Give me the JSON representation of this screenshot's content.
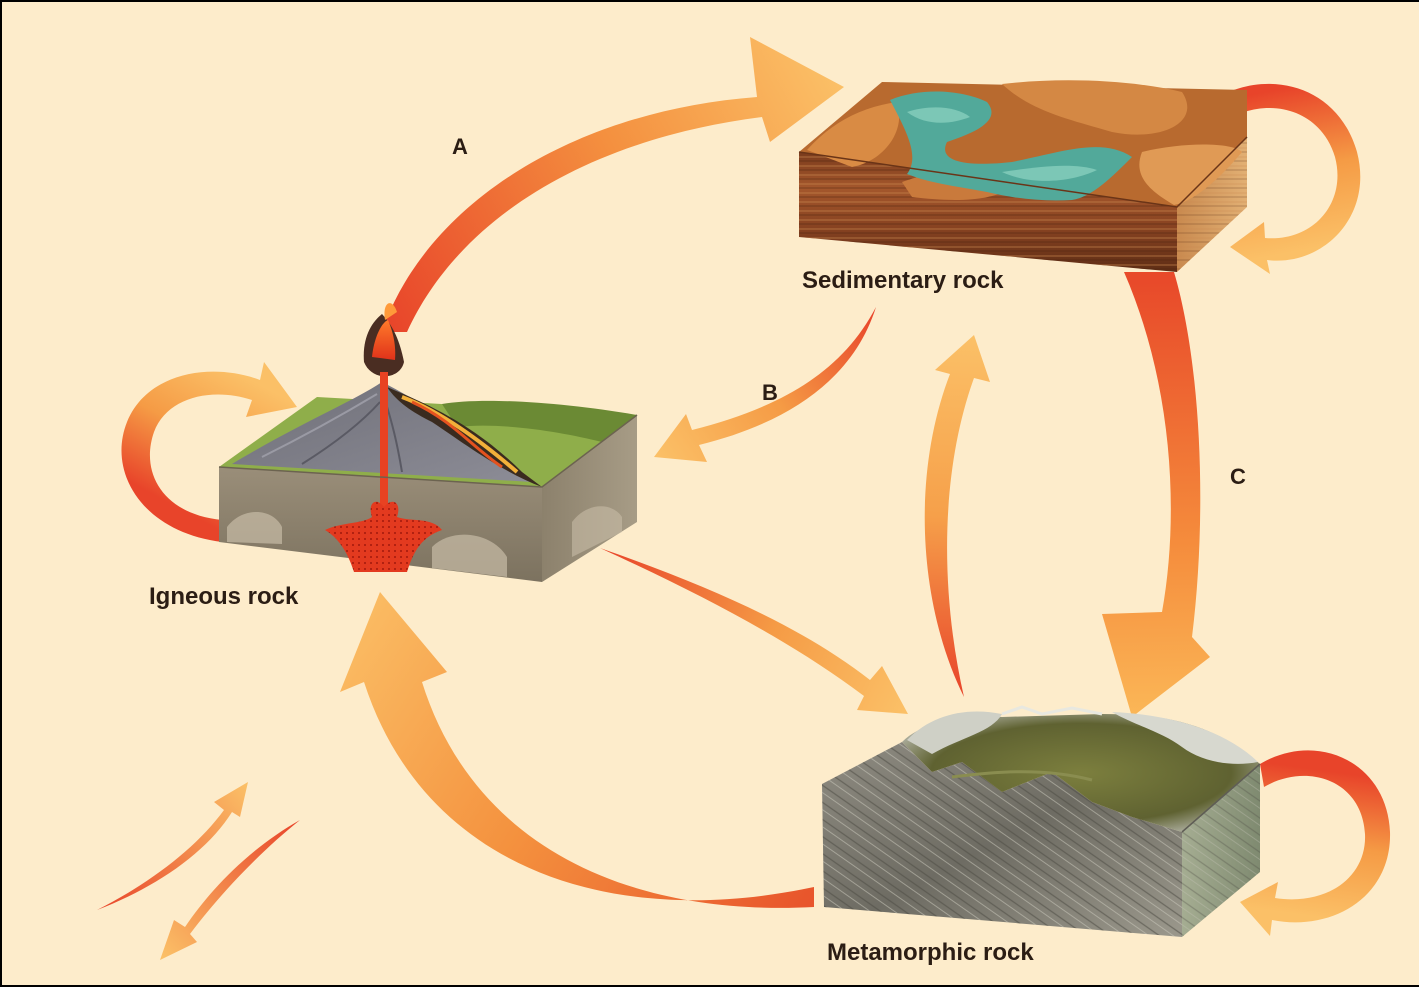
{
  "diagram": {
    "nodes": {
      "igneous": {
        "label": "Igneous rock"
      },
      "sedimentary": {
        "label": "Sedimentary rock"
      },
      "metamorphic": {
        "label": "Metamorphic rock"
      }
    },
    "arrow_labels": {
      "a": "A",
      "b": "B",
      "c": "C"
    },
    "colors": {
      "background": "#fdeccb",
      "arrow_red": "#e8512a",
      "arrow_orange": "#f6a445",
      "arrow_yellow": "#fbc067"
    }
  }
}
